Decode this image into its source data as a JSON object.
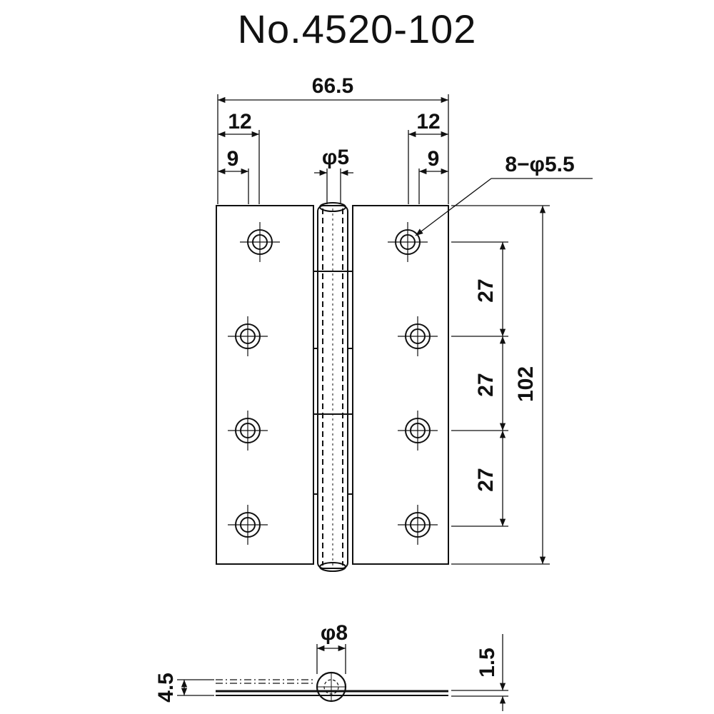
{
  "title": "No.4520-102",
  "dimensions": {
    "overall_width": "66.5",
    "left_12": "12",
    "right_12": "12",
    "left_9": "9",
    "right_9": "9",
    "pin_diameter": "φ5",
    "holes": "8−φ5.5",
    "spacing_1": "27",
    "spacing_2": "27",
    "spacing_3": "27",
    "height": "102",
    "knuckle_diameter": "φ8",
    "thickness": "1.5",
    "side_height": "4.5"
  }
}
